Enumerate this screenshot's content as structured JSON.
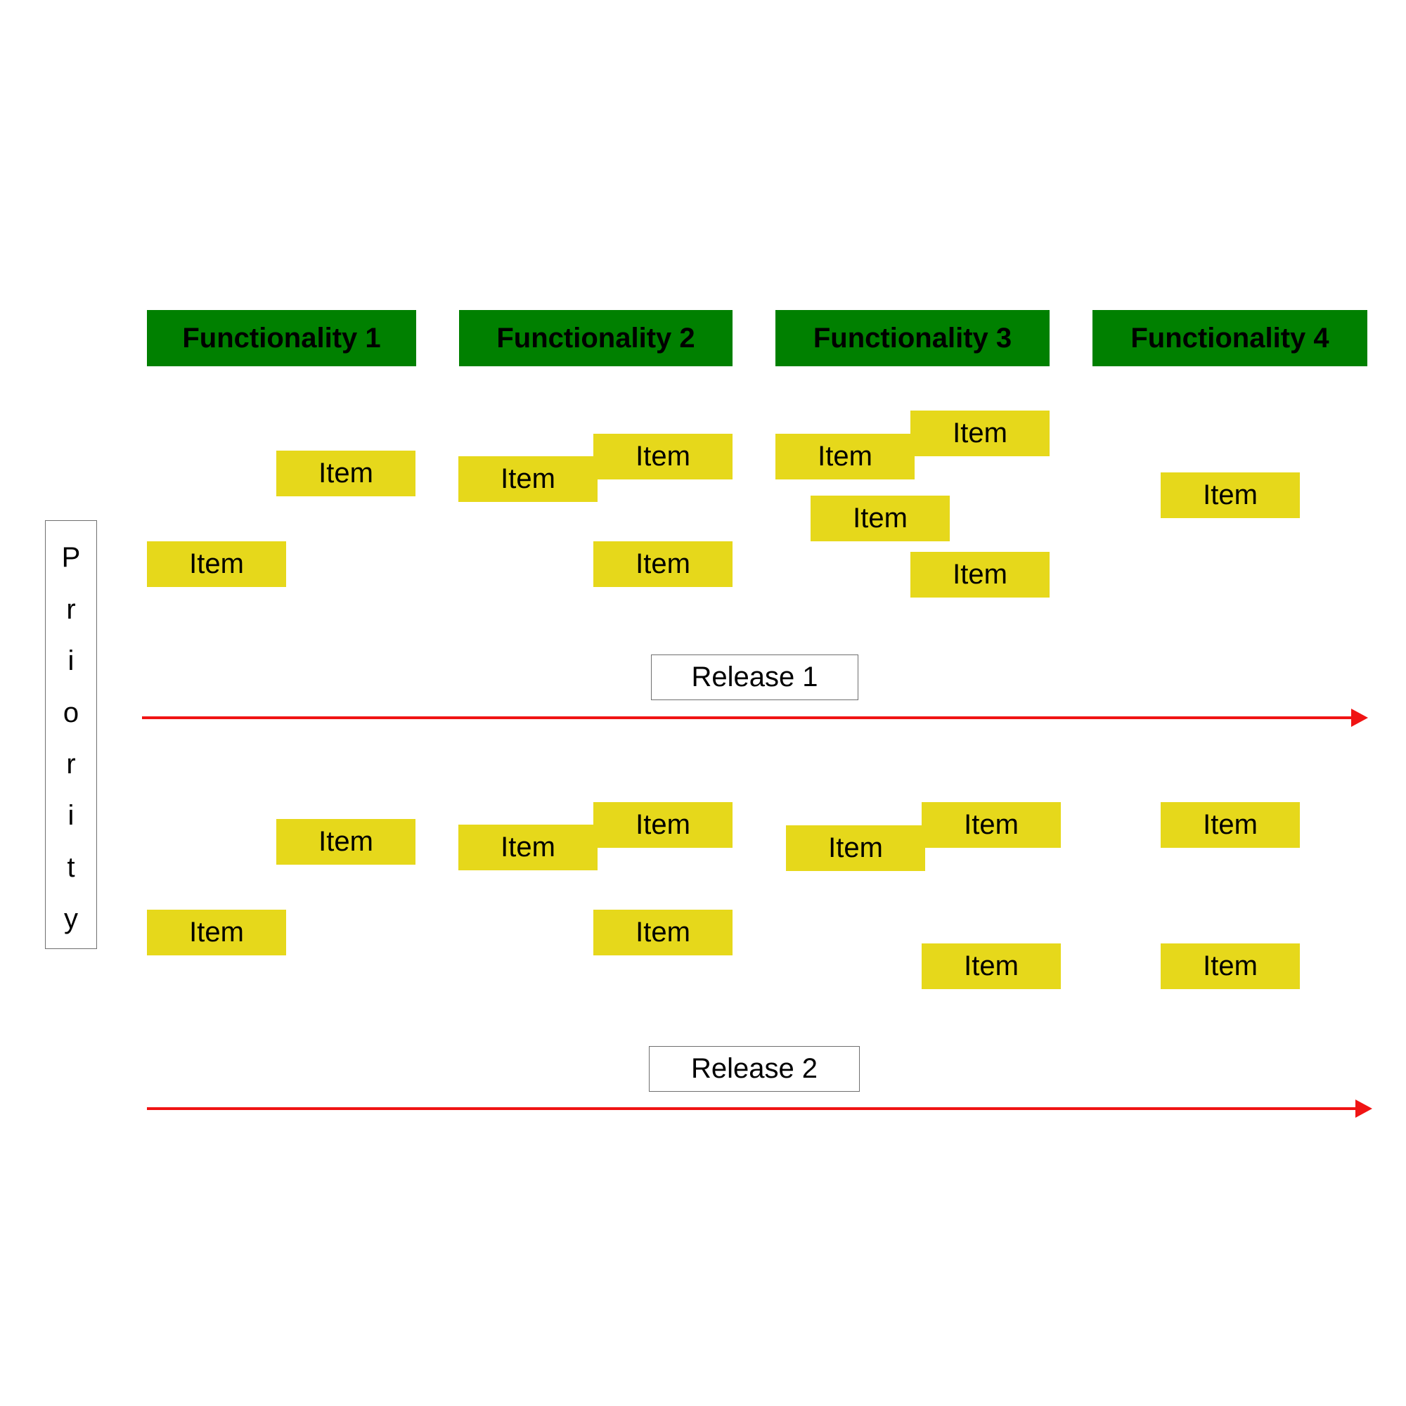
{
  "headers": [
    {
      "label": "Functionality 1"
    },
    {
      "label": "Functionality 2"
    },
    {
      "label": "Functionality 3"
    },
    {
      "label": "Functionality 4"
    }
  ],
  "item_label": "Item",
  "releases": [
    {
      "label": "Release 1"
    },
    {
      "label": "Release 2"
    }
  ],
  "priority": {
    "letters": [
      "P",
      "r",
      "i",
      "o",
      "r",
      "i",
      "t",
      "y"
    ]
  },
  "colors": {
    "header_fill": "#008000",
    "item_fill": "#e6d81b",
    "arrow": "#f01414"
  }
}
